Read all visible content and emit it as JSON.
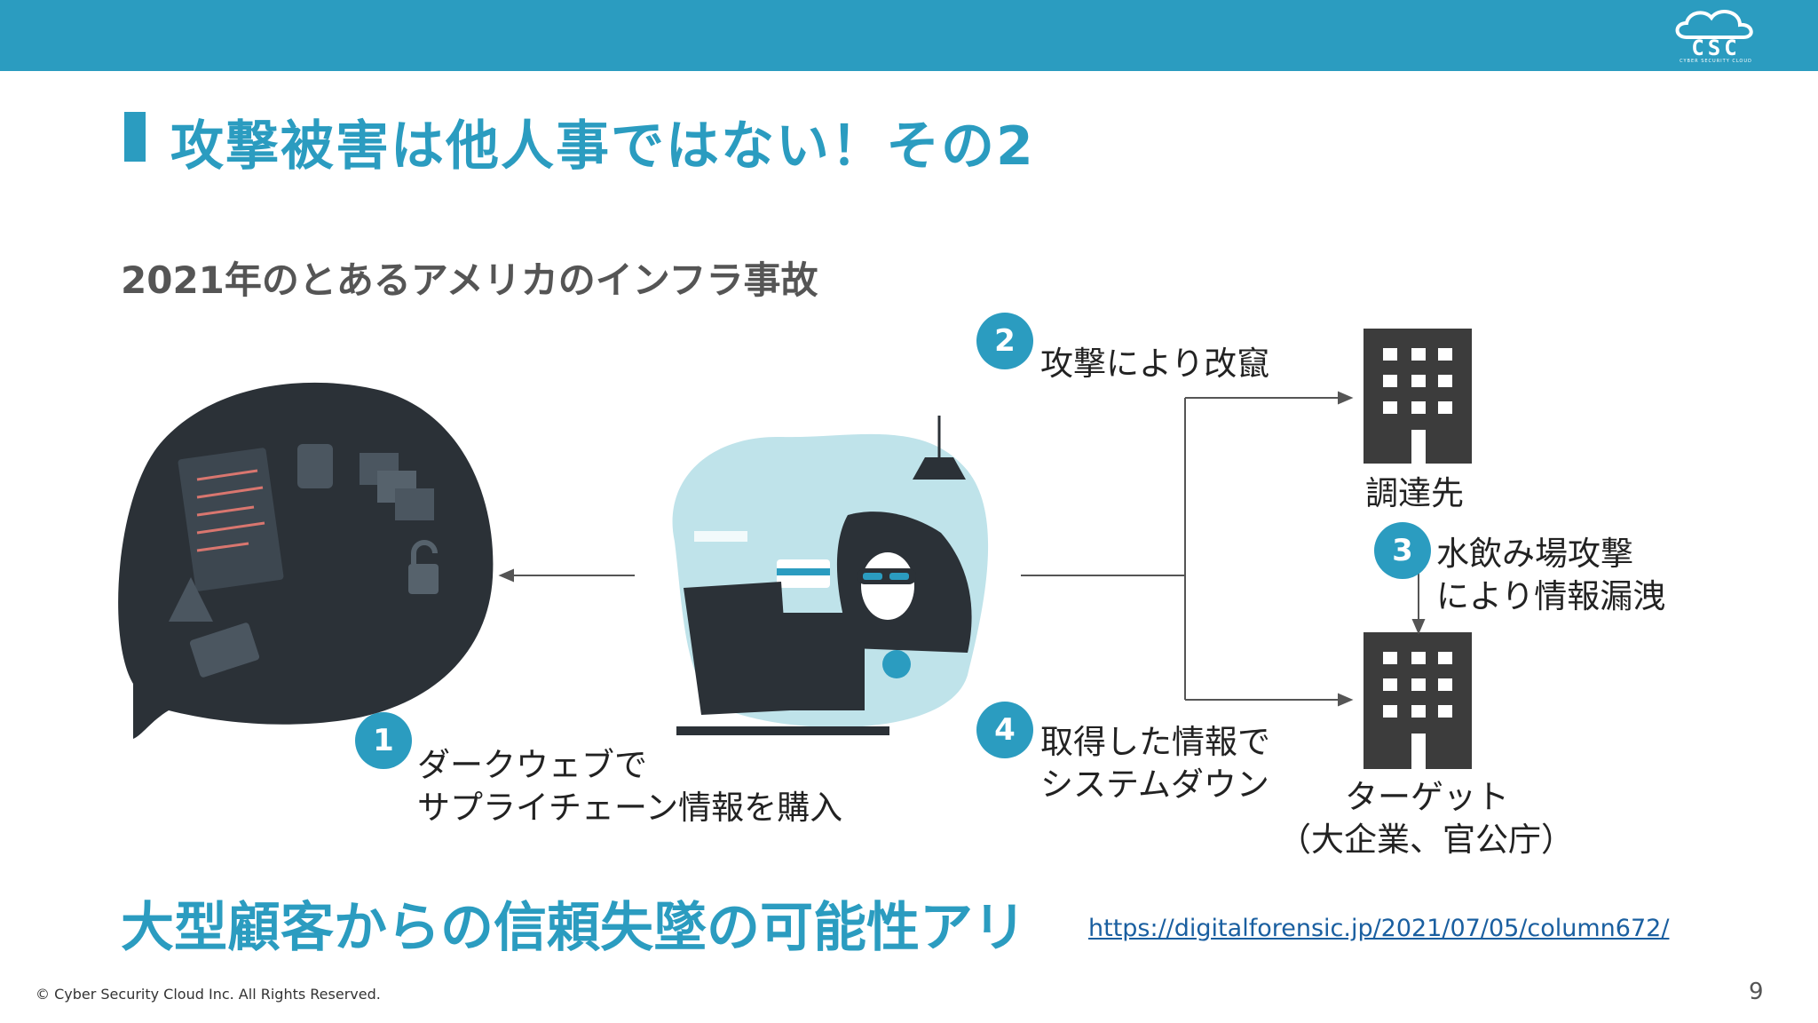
{
  "header": {
    "logo_text": "CSC",
    "logo_sub": "CYBER SECURITY CLOUD"
  },
  "title": "攻撃被害は他人事ではない！その2",
  "subtitle": "2021年のとあるアメリカのインフラ事故",
  "steps": [
    {
      "number": "1",
      "label_line1": "ダークウェブで",
      "label_line2": "サプライチェーン情報を購入"
    },
    {
      "number": "2",
      "label_line1": "攻撃により改竄",
      "label_line2": ""
    },
    {
      "number": "3",
      "label_line1": "水飲み場攻撃",
      "label_line2": "により情報漏洩"
    },
    {
      "number": "4",
      "label_line1": "取得した情報で",
      "label_line2": "システムダウン"
    }
  ],
  "nodes": {
    "supplier": "調達先",
    "target_line1": "ターゲット",
    "target_line2": "（大企業、官公庁）"
  },
  "conclusion": "大型顧客からの信頼失墜の可能性アリ",
  "link": "https://digitalforensic.jp/2021/07/05/column672/",
  "footer": {
    "copyright": "© Cyber Security Cloud Inc. All Rights Reserved.",
    "page_number": "9"
  },
  "colors": {
    "accent": "#2b9cc0",
    "dark": "#2b3137",
    "building": "#3c3c3c"
  }
}
